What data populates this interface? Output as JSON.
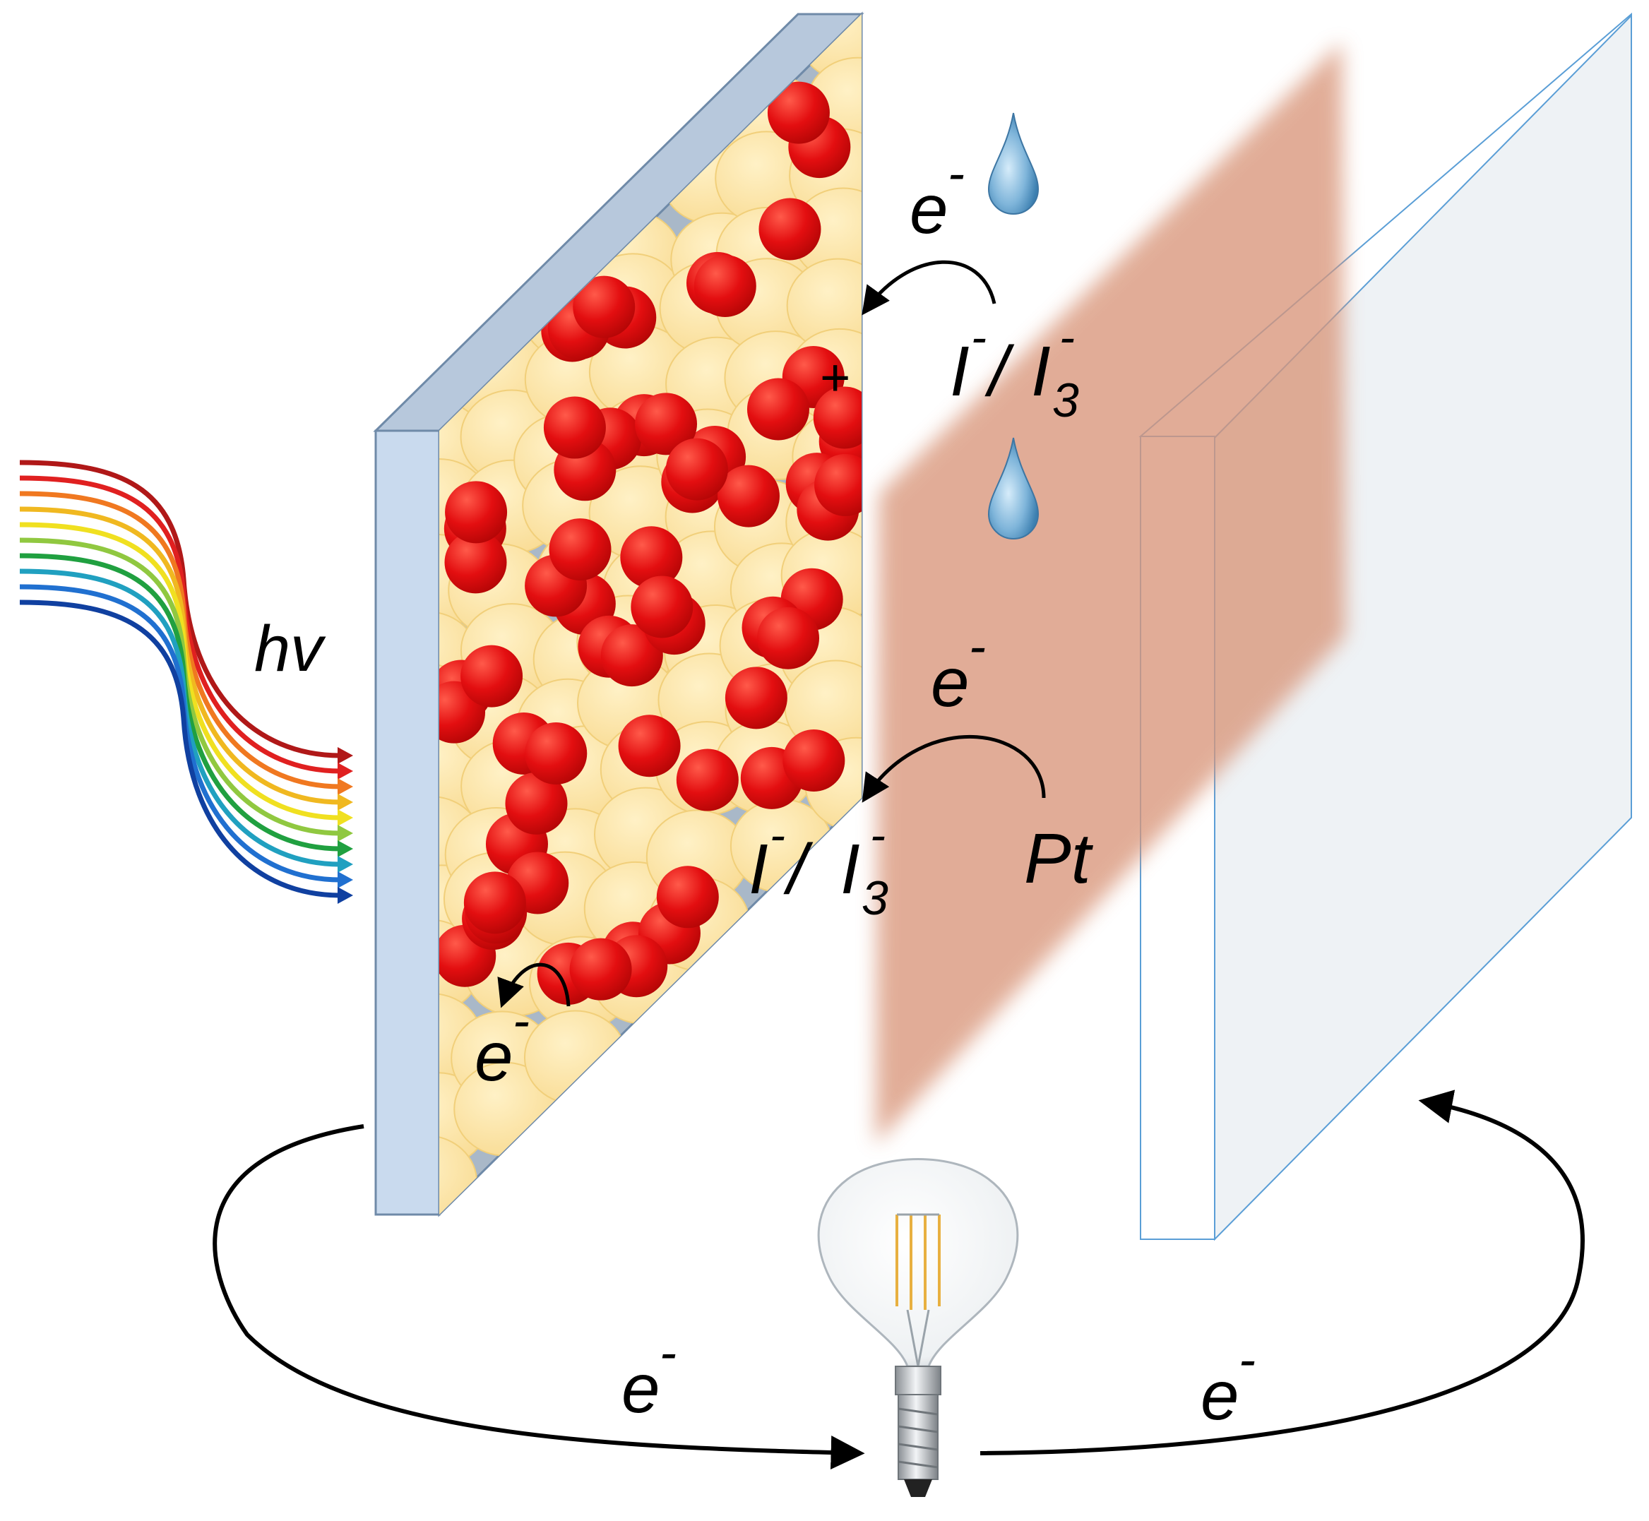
{
  "labels": {
    "light": "hv",
    "electron_top": "e",
    "electron_mid": "e",
    "electron_dye": "e",
    "electron_circuit_left": "e",
    "electron_circuit_right": "e",
    "redox_top": "I",
    "redox_bottom": "I",
    "redox_i3": "I",
    "subscript_three": "3",
    "minus": "-",
    "slash": "/",
    "hole": "+",
    "counter_electrode": "Pt"
  },
  "colors": {
    "photoanode_glass": "#c9d9ee",
    "photoanode_edge": "#93a9c4",
    "tio2_particle": "#fde6a6",
    "dye_molecule": "#e01010",
    "electrolyte_layer": "#d9967a",
    "counter_glass": "#edf1f5",
    "electrolyte_drop": "#5d9cc6",
    "spectrum": [
      "#b01818",
      "#e02020",
      "#f07820",
      "#f0b820",
      "#f0e020",
      "#90c840",
      "#20a040",
      "#20a0c0",
      "#2070d0",
      "#1040a0"
    ]
  },
  "icons": [
    "electrolyte-drop-icon",
    "light-bulb-icon",
    "light-rays-icon"
  ]
}
